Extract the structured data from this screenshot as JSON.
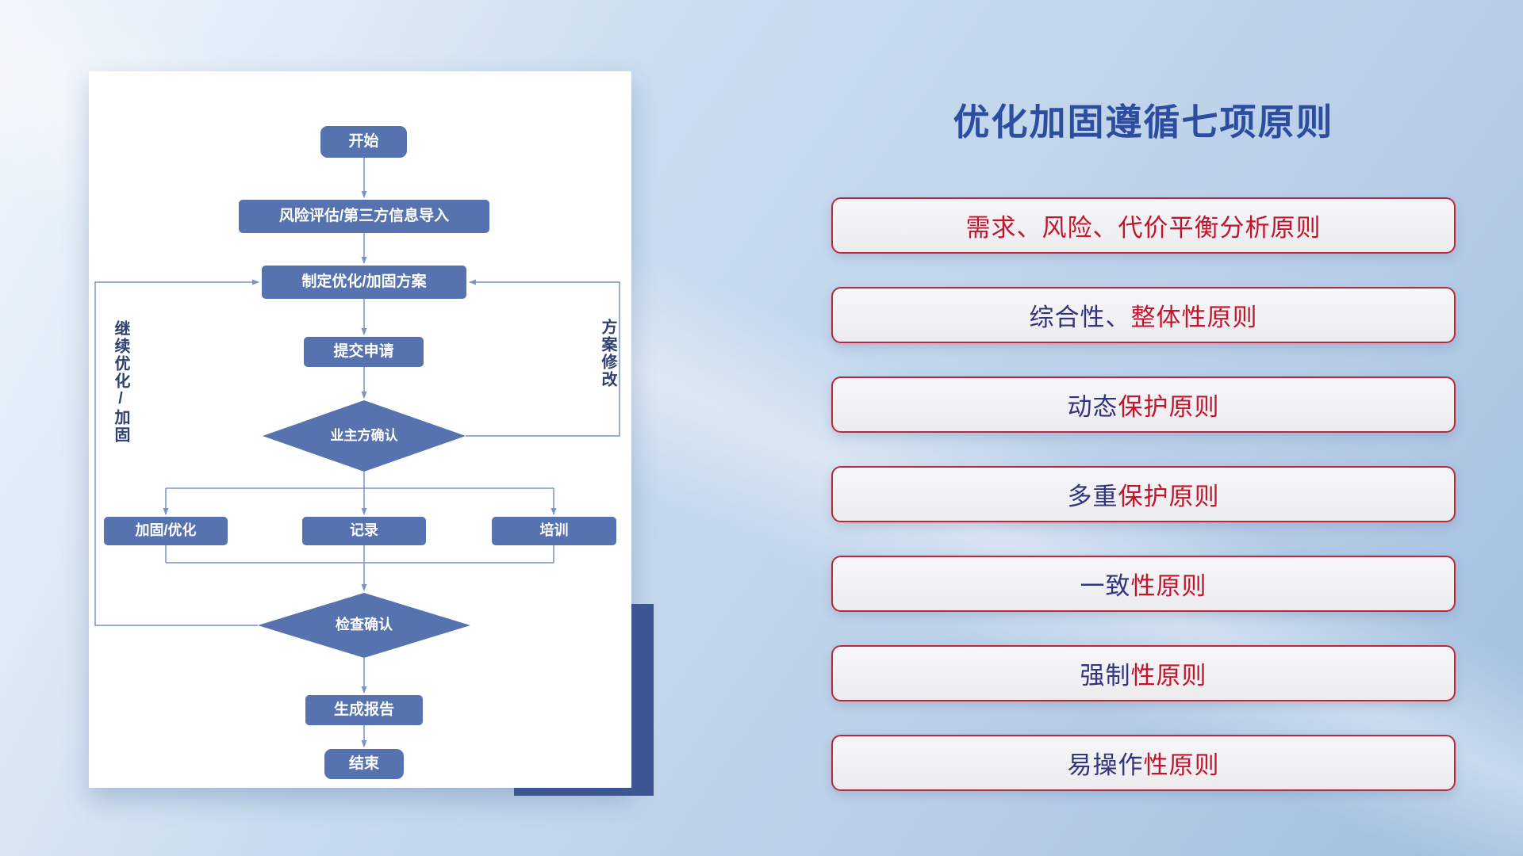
{
  "colors": {
    "title": "#2C4DA0",
    "principle_red": "#C3142D",
    "principle_navy": "#33347E",
    "node_fill": "#5673B0",
    "connector": "#7494CB",
    "box_border": "#B9293B",
    "accent_rect": "#3F5694"
  },
  "flowchart": {
    "nodes": {
      "start": "开始",
      "risk": "风险评估/第三方信息导入",
      "plan": "制定优化/加固方案",
      "submit": "提交申请",
      "owner_confirm": "业主方确认",
      "harden": "加固/优化",
      "record": "记录",
      "train": "培训",
      "check_confirm": "检查确认",
      "report": "生成报告",
      "end": "结束"
    },
    "loop_labels": {
      "left": "继续优化/加固",
      "right": "方案修改"
    }
  },
  "right_panel": {
    "title": "优化加固遵循七项原则",
    "principles": [
      {
        "segments": [
          {
            "text": "需求、风险、代价平衡分析原则",
            "color": "red"
          }
        ]
      },
      {
        "segments": [
          {
            "text": "综合性、",
            "color": "navy"
          },
          {
            "text": "整体性原则",
            "color": "red"
          }
        ]
      },
      {
        "segments": [
          {
            "text": "动态",
            "color": "navy"
          },
          {
            "text": "保护原则",
            "color": "red"
          }
        ]
      },
      {
        "segments": [
          {
            "text": "多重",
            "color": "navy"
          },
          {
            "text": "保护原则",
            "color": "red"
          }
        ]
      },
      {
        "segments": [
          {
            "text": "一致",
            "color": "navy"
          },
          {
            "text": "性原则",
            "color": "red"
          }
        ]
      },
      {
        "segments": [
          {
            "text": "强制",
            "color": "navy"
          },
          {
            "text": "性原则",
            "color": "red"
          }
        ]
      },
      {
        "segments": [
          {
            "text": "易操作",
            "color": "navy"
          },
          {
            "text": "性原则",
            "color": "red"
          }
        ]
      }
    ]
  }
}
